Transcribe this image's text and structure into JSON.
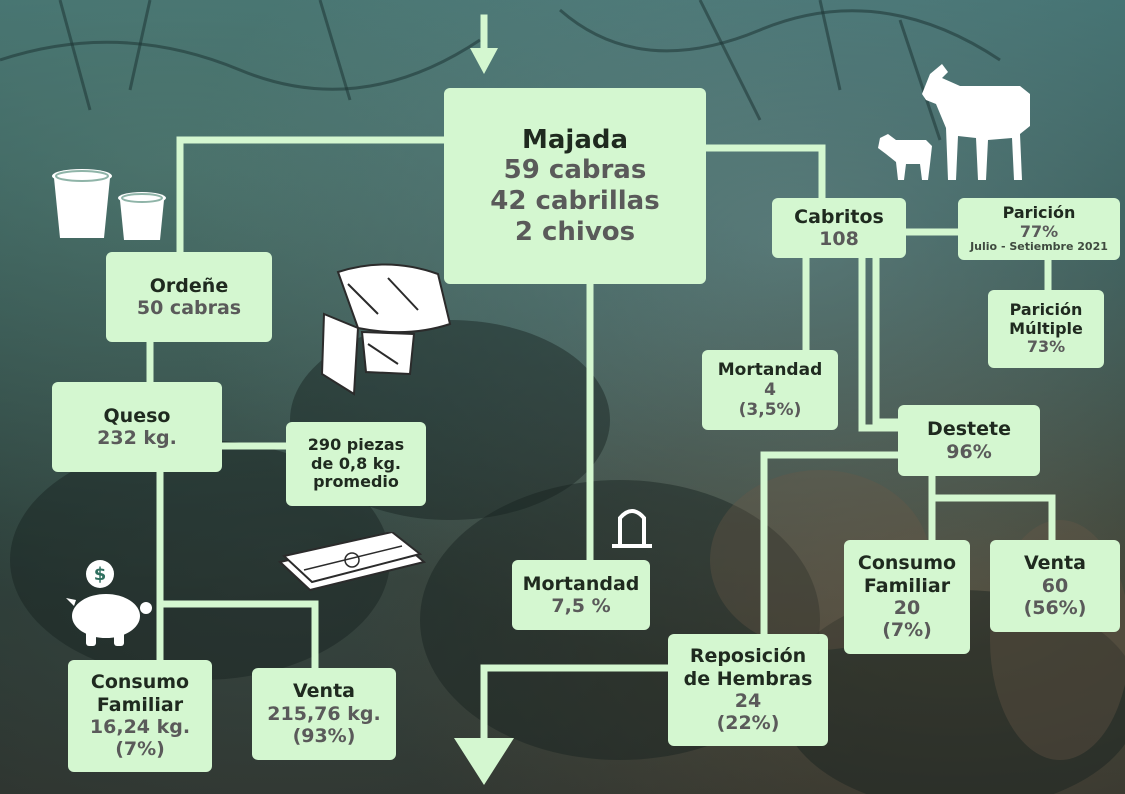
{
  "colors": {
    "box_fill": "#d4f7d0",
    "connector": "#d4f7d0",
    "title_text": "#1f2a1f",
    "value_text": "#5a5a5a"
  },
  "majada": {
    "title": "Majada",
    "cabras": "59 cabras",
    "cabrillas": "42 cabrillas",
    "chivos": "2 chivos"
  },
  "ordene": {
    "title": "Ordeñe",
    "value": "50 cabras"
  },
  "queso": {
    "title": "Queso",
    "value": "232 kg."
  },
  "piezas": {
    "line1": "290 piezas",
    "line2": "de 0,8 kg.",
    "line3": "promedio"
  },
  "consumo_queso": {
    "title1": "Consumo",
    "title2": "Familiar",
    "value": "16,24 kg.",
    "pct": "(7%)"
  },
  "venta_queso": {
    "title": "Venta",
    "value": "215,76 kg.",
    "pct": "(93%)"
  },
  "mortandad_majada": {
    "title": "Mortandad",
    "value": "7,5 %"
  },
  "cabritos": {
    "title": "Cabritos",
    "value": "108"
  },
  "paricion": {
    "title": "Parición",
    "value": "77%",
    "period": "Julio - Setiembre 2021"
  },
  "paricion_multiple": {
    "title1": "Parición",
    "title2": "Múltiple",
    "value": "73%"
  },
  "mortandad_cabritos": {
    "title": "Mortandad",
    "value": "4",
    "pct": "(3,5%)"
  },
  "destete": {
    "title": "Destete",
    "value": "96%"
  },
  "consumo_cabritos": {
    "title1": "Consumo",
    "title2": "Familiar",
    "value": "20",
    "pct": "(7%)"
  },
  "venta_cabritos": {
    "title": "Venta",
    "value": "60",
    "pct": "(56%)"
  },
  "reposicion": {
    "title1": "Reposición",
    "title2": "de Hembras",
    "value": "24",
    "pct": "(22%)"
  },
  "icons": [
    "buckets-icon",
    "cheese-icon",
    "goat-icon",
    "piggy-bank-icon",
    "money-stack-icon",
    "tombstone-icon"
  ]
}
